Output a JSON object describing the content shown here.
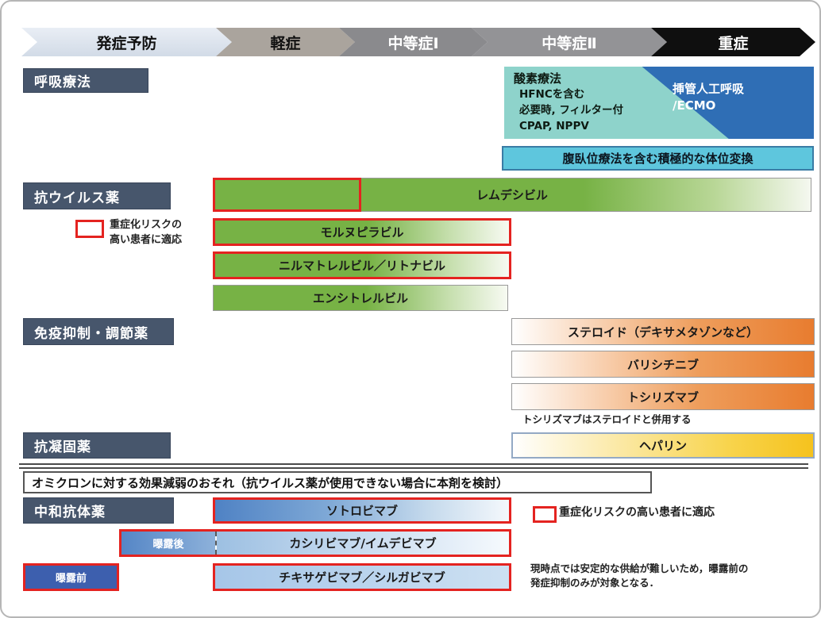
{
  "stages": [
    {
      "label": "発症予防"
    },
    {
      "label": "軽症"
    },
    {
      "label": "中等症Ⅰ"
    },
    {
      "label": "中等症Ⅱ"
    },
    {
      "label": "重症"
    }
  ],
  "sections": {
    "respiratory": {
      "label": "呼吸療法",
      "oxygen_box": {
        "title": "酸素療法",
        "line1": "HFNCを含む",
        "line2": "必要時, フィルター付",
        "line3": "CPAP, NPPV"
      },
      "ecmo_box": {
        "line1": "挿管人工呼吸",
        "line2": "/ECMO"
      },
      "positioning_bar": "腹臥位療法を含む積極的な体位変換"
    },
    "antiviral": {
      "label": "抗ウイルス薬",
      "legend": {
        "line1": "重症化リスクの",
        "line2": "高い患者に適応"
      },
      "bars": [
        {
          "name": "レムデシビル"
        },
        {
          "name": "モルヌピラビル"
        },
        {
          "name": "ニルマトレルビル／リトナビル"
        },
        {
          "name": "エンシトレルビル"
        }
      ]
    },
    "immune": {
      "label": "免疫抑制・調節薬",
      "bars": [
        {
          "name": "ステロイド（デキサメタゾンなど）"
        },
        {
          "name": "バリシチニブ"
        },
        {
          "name": "トシリズマブ"
        }
      ],
      "note": "トシリズマブはステロイドと併用する"
    },
    "anticoagulant": {
      "label": "抗凝固薬",
      "bars": [
        {
          "name": "ヘパリン"
        }
      ]
    },
    "antibody": {
      "label": "中和抗体薬",
      "omicron_note": "オミクロンに対する効果減弱のおそれ（抗ウイルス薬が使用できない場合に本剤を検討）",
      "legend": "重症化リスクの高い患者に適応",
      "bars": [
        {
          "name": "ソトロビマブ"
        },
        {
          "name": "カシリビマブ/イムデビマブ",
          "segment_label": "曝露後"
        },
        {
          "name": "チキサゲビマブ／シルガビマブ"
        }
      ],
      "pre_exposure_label": "曝露前",
      "supply_note_line1": "現時点では安定的な供給が難しいため，曝露前の",
      "supply_note_line2": "発症抑制のみが対象となる．"
    }
  },
  "colors": {
    "severe_risk_red": "#e42320",
    "section_label_bg": "#47566c",
    "antiviral_green": "#77b245",
    "immune_orange": "#e87c2f",
    "heparin_yellow": "#f5c21d",
    "oxygen_teal": "#8ed3cb",
    "ecmo_blue": "#2f6eb5",
    "positioning_cyan": "#5ec6dd",
    "antibody_blue": "#4f82c4",
    "pre_exposure_blue": "#3d5fae"
  }
}
